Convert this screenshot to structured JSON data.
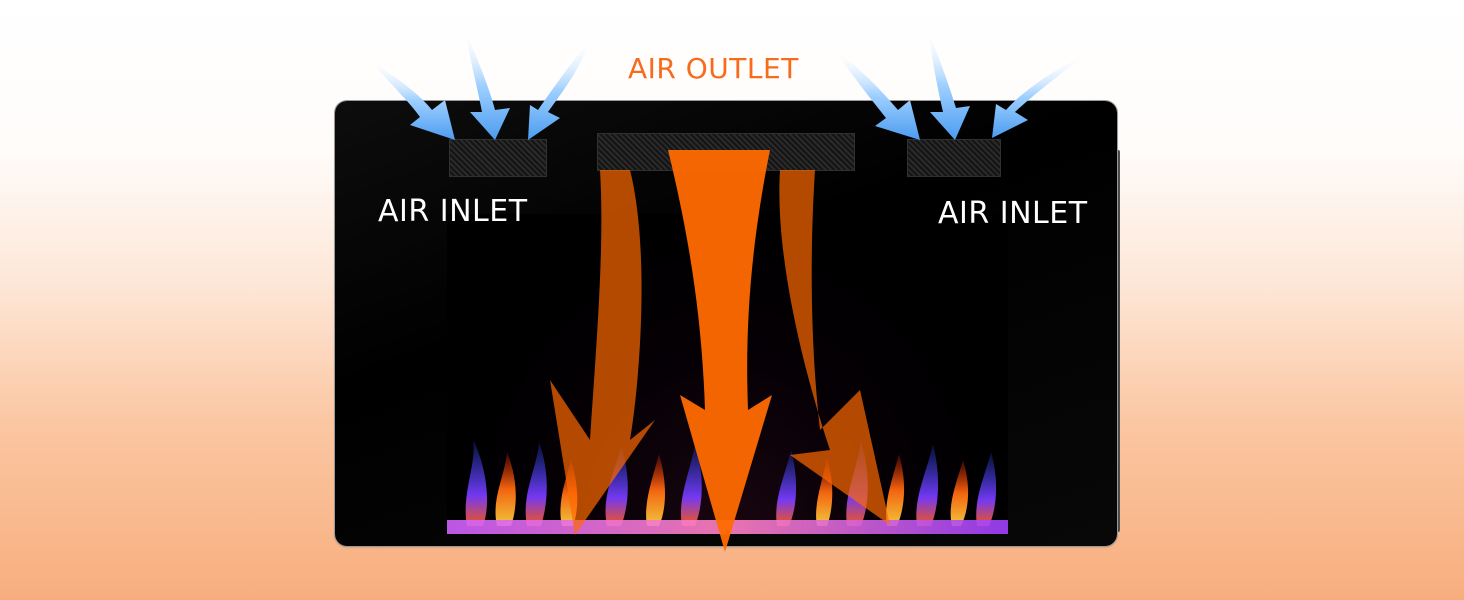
{
  "labels": {
    "air_outlet": "AIR OUTLET",
    "air_inlet_left": "AIR INLET",
    "air_inlet_right": "AIR INLET"
  },
  "colors": {
    "outlet_text": "#f76b1c",
    "inlet_text": "#ffffff",
    "hot_air_arrow": "#ff6a00",
    "cool_air_arrow": "#5aaaf0",
    "flame_blue": "#3a5bff",
    "flame_orange": "#ff7a1a",
    "ember_purple": "#c040ff"
  },
  "icons": {
    "inlet_arrows": "arrow-down-icon",
    "outlet_arrows": "arrow-down-icon"
  }
}
